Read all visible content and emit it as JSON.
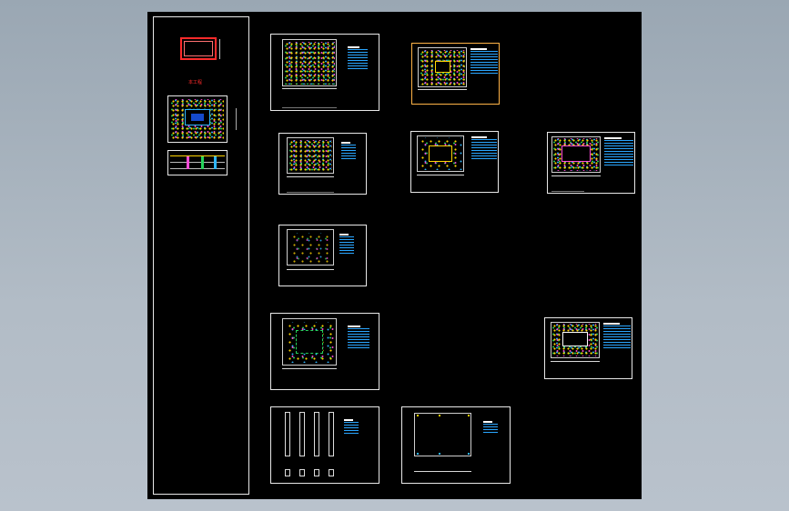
{
  "app": {
    "background_color": "#000000",
    "window_bg_top": "#9aa7b3",
    "window_bg_bottom": "#b9c2cc"
  },
  "overview_panel": {
    "caption": "本工程",
    "caption_color": "#ff2a2a"
  },
  "sheets": [
    {
      "id": "sheet-1",
      "style": "dense"
    },
    {
      "id": "sheet-2",
      "style": "dense-orange"
    },
    {
      "id": "sheet-3",
      "style": "dense"
    },
    {
      "id": "sheet-4",
      "style": "ring"
    },
    {
      "id": "sheet-5",
      "style": "ring"
    },
    {
      "id": "sheet-6",
      "style": "sparse"
    },
    {
      "id": "sheet-7",
      "style": "sparse"
    },
    {
      "id": "sheet-8",
      "style": "ring"
    },
    {
      "id": "sheet-9",
      "style": "columns"
    },
    {
      "id": "sheet-10",
      "style": "frame"
    }
  ],
  "colors": {
    "frame": "#e8e8e8",
    "orange_frame": "#ffb347",
    "legend_text": "#2aa6ff",
    "yellow": "#ffd400",
    "magenta": "#ff4bd8",
    "green": "#25d35a",
    "cyan": "#2fb6ff",
    "red": "#ff2b2b"
  }
}
